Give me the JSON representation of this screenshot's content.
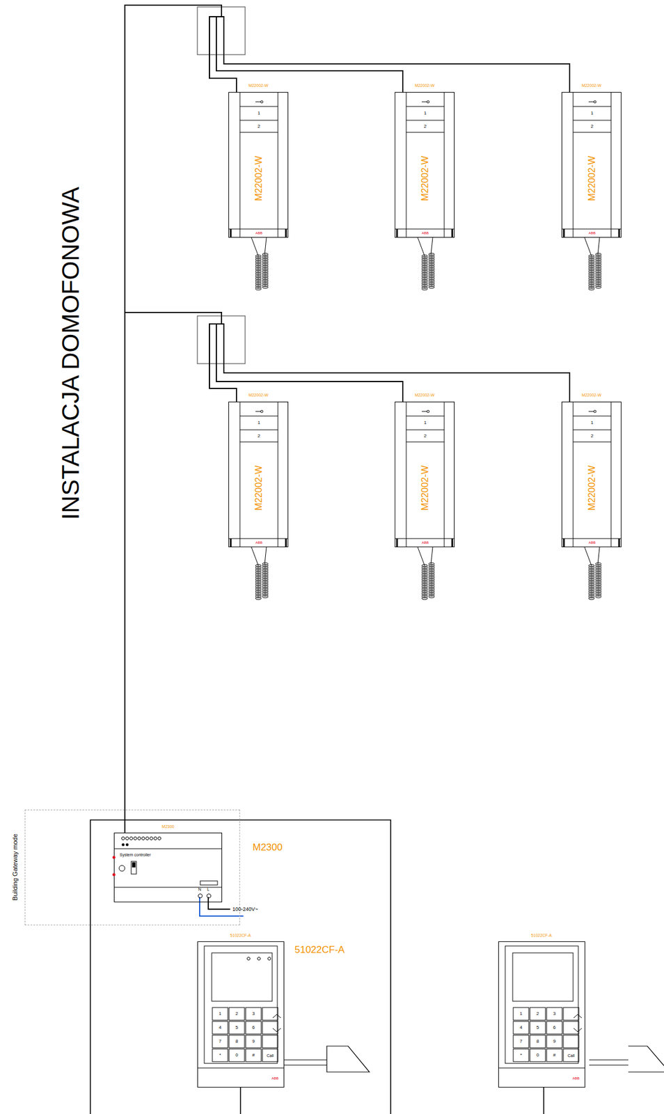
{
  "diagram": {
    "title": "INSTALACJA DOMOFONOWA",
    "nodes": [
      {
        "text": [
          "M22002-W",
          "1",
          "2",
          "M22002-W",
          "ABB"
        ]
      },
      {
        "text": [
          "M22002-W",
          "1",
          "2",
          "M22002-W",
          "ABB"
        ]
      },
      {
        "text": [
          "M22002-W",
          "1",
          "2",
          "M22002-W",
          "ABB"
        ]
      },
      {
        "text": [
          "M22002-W",
          "1",
          "2",
          "M22002-W",
          "ABB"
        ]
      },
      {
        "text": [
          "M22002-W",
          "1",
          "2",
          "M22002-W",
          "ABB"
        ]
      },
      {
        "text": [
          "M22002-W",
          "1",
          "2",
          "M22002-W",
          "ABB"
        ]
      },
      {
        "text": [
          "Building Gateway mode"
        ]
      },
      {
        "text": [
          "M2300",
          "System controller",
          "M2300"
        ],
        "in": 6
      },
      {
        "text": [
          "51022CF-A",
          "1",
          "2",
          "3",
          "4",
          "5",
          "6",
          "7",
          "8",
          "9",
          "*",
          "0",
          "#",
          "Call",
          "ABB",
          "51022CF-A"
        ]
      },
      {
        "text": [
          "51022CF-A",
          "1",
          "2",
          "3",
          "4",
          "5",
          "6",
          "7",
          "8",
          "9",
          "*",
          "0",
          "#",
          "Call",
          "ABB"
        ]
      }
    ],
    "edges": [
      {
        "from": 7,
        "to": 0,
        "arrow": "none"
      },
      {
        "from": 7,
        "to": 1,
        "arrow": "none"
      },
      {
        "from": 7,
        "to": 2,
        "arrow": "none"
      },
      {
        "from": 7,
        "to": 3,
        "arrow": "none"
      },
      {
        "from": 7,
        "to": 4,
        "arrow": "none"
      },
      {
        "from": 7,
        "to": 5,
        "arrow": "none"
      }
    ],
    "labels": [
      "N",
      "L",
      "100-240V~"
    ]
  }
}
